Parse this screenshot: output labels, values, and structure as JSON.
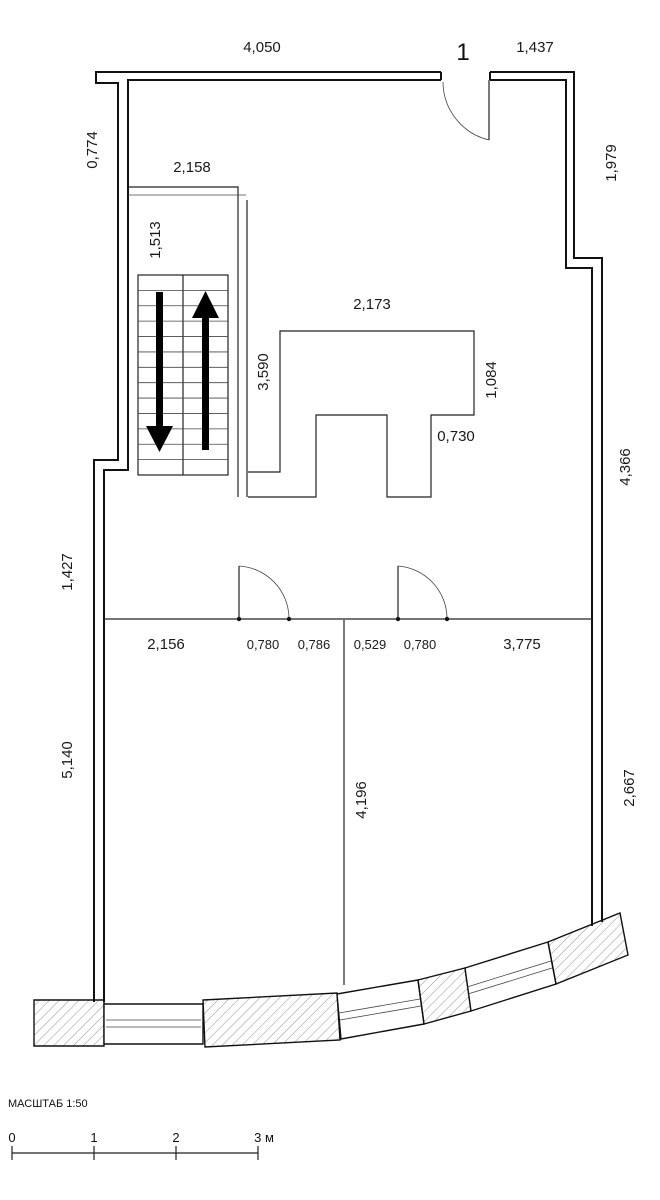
{
  "plan": {
    "room_number": "1",
    "dimensions": {
      "top_wall_left": "4,050",
      "top_wall_right": "1,437",
      "left_upper": "0,774",
      "right_upper": "1,979",
      "stair_width": "2,158",
      "stair_landing": "1,513",
      "stair_length": "3,590",
      "core_width": "2,173",
      "core_height": "1,084",
      "core_notch": "0,730",
      "right_middle": "4,366",
      "left_middle": "1,427",
      "partition_left": "2,156",
      "door_a": "0,780",
      "partition_mid_a": "0,786",
      "partition_mid_b": "0,529",
      "door_b": "0,780",
      "partition_right": "3,775",
      "left_lower": "5,140",
      "inner_wall": "4,196",
      "right_lower": "2,667"
    },
    "scale": {
      "title": "МАСШТАБ 1:50",
      "ticks": [
        "0",
        "1",
        "2",
        "3 м"
      ]
    }
  }
}
